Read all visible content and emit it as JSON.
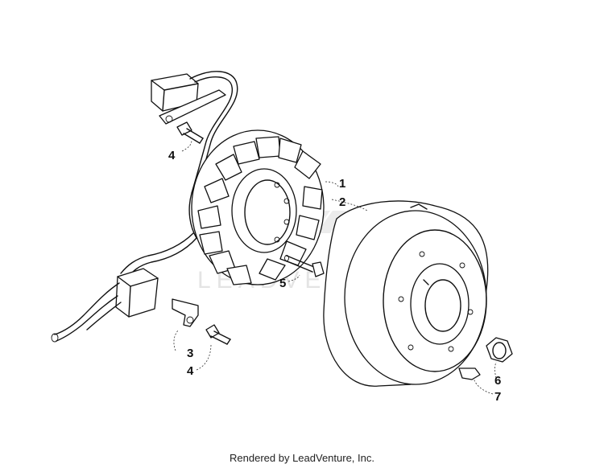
{
  "watermark": "LEADVENTURE",
  "footer": "Rendered by LeadVenture, Inc.",
  "callouts": {
    "c1": "1",
    "c2": "2",
    "c3": "3",
    "c4a": "4",
    "c4b": "4",
    "c5": "5",
    "c6": "6",
    "c7": "7"
  }
}
